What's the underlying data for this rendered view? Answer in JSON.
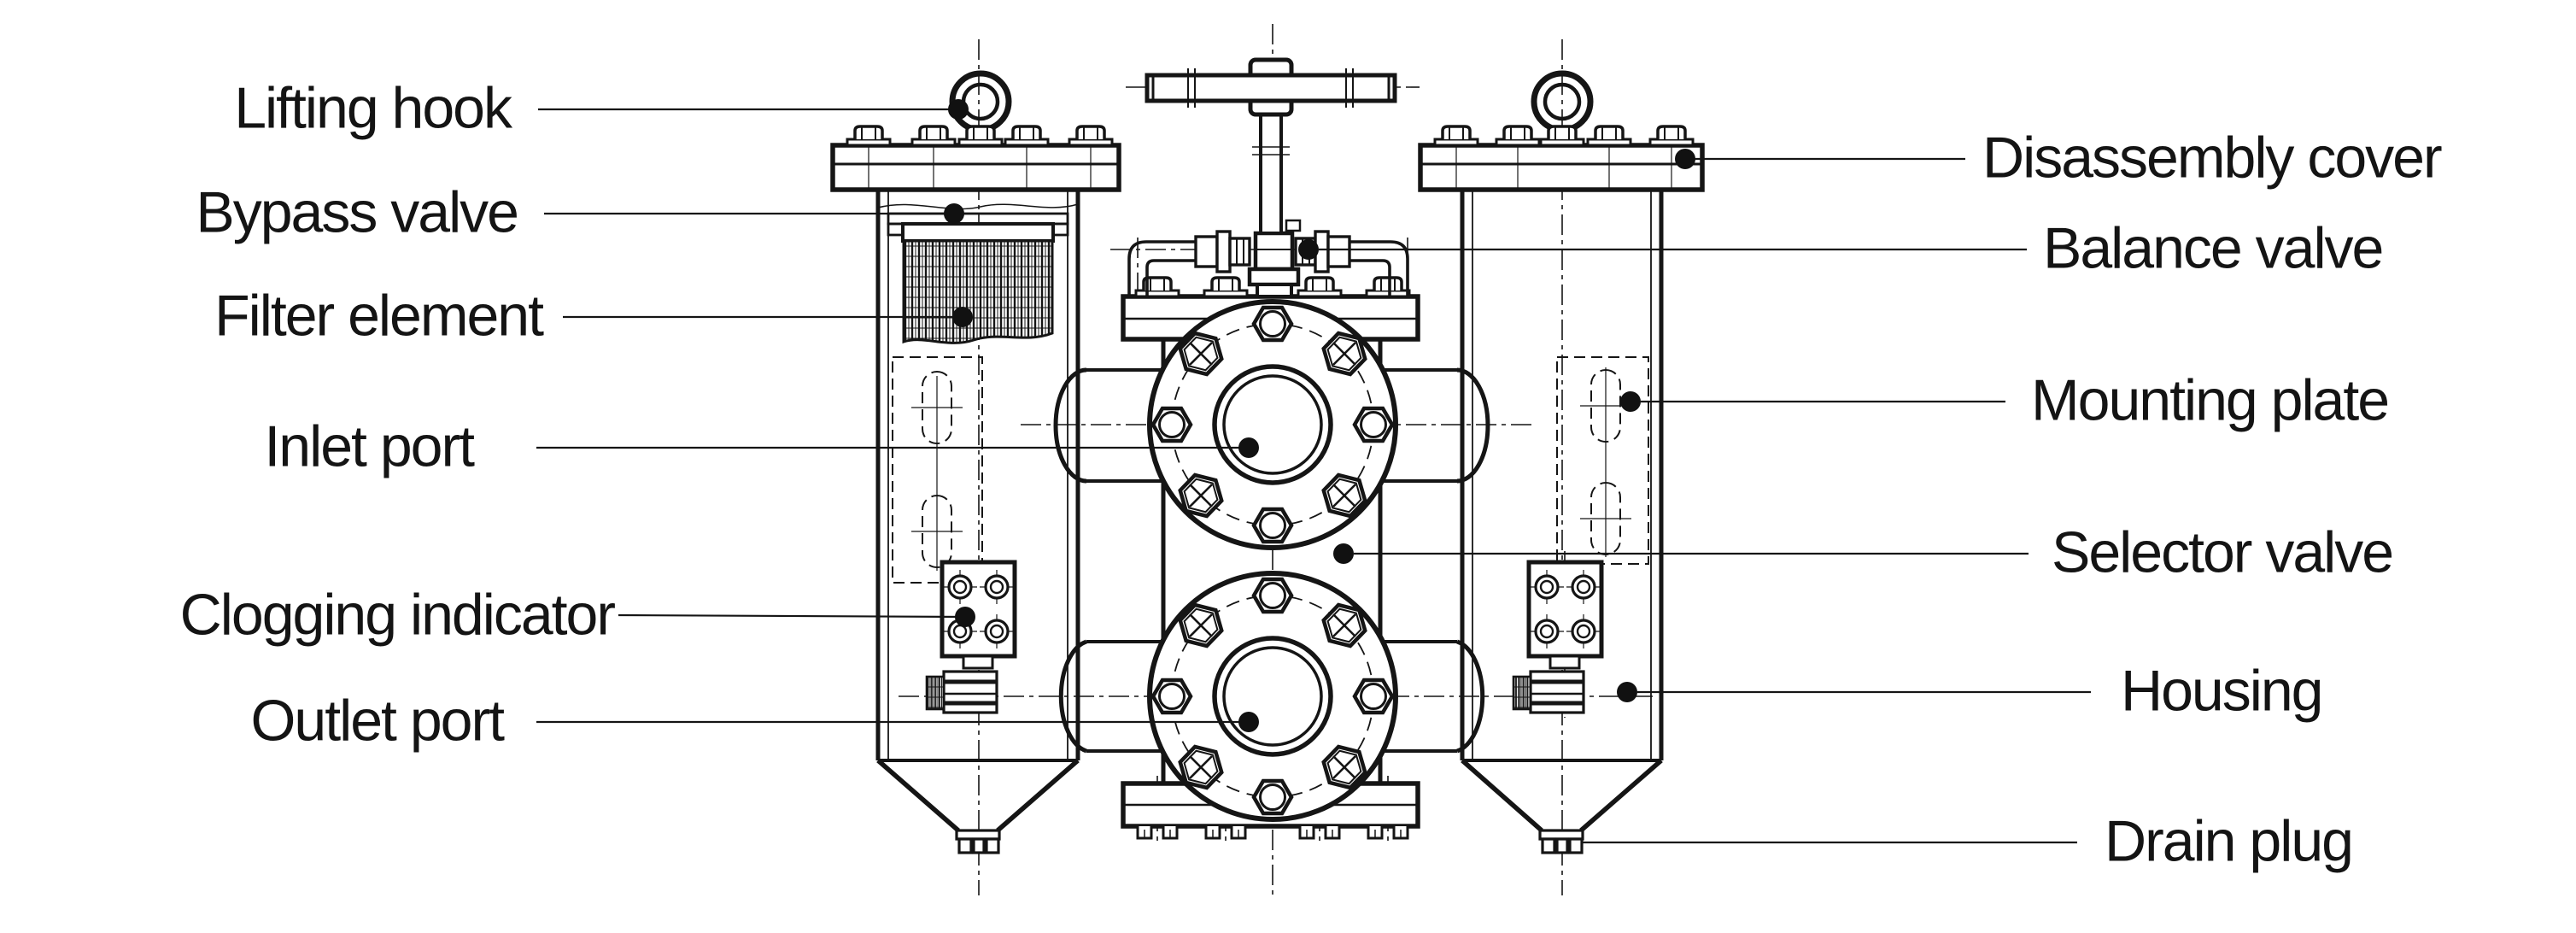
{
  "figure": {
    "kind": "engineering line drawing",
    "subject": "Duplex filter assembly, front elevation with part callouts",
    "style": {
      "ink_color": "#151515",
      "background_color": "#ffffff",
      "callout_dot_color": "#111111"
    }
  },
  "labels": {
    "left": [
      {
        "id": "lifting-hook",
        "text": "Lifting hook"
      },
      {
        "id": "bypass-valve",
        "text": "Bypass valve"
      },
      {
        "id": "filter-element",
        "text": "Filter element"
      },
      {
        "id": "inlet-port",
        "text": "Inlet port"
      },
      {
        "id": "clogging-indicator",
        "text": "Clogging indicator"
      },
      {
        "id": "outlet-port",
        "text": "Outlet port"
      }
    ],
    "right": [
      {
        "id": "disassembly-cover",
        "text": "Disassembly cover"
      },
      {
        "id": "balance-valve",
        "text": "Balance valve"
      },
      {
        "id": "mounting-plate",
        "text": "Mounting plate"
      },
      {
        "id": "selector-valve",
        "text": "Selector valve"
      },
      {
        "id": "housing",
        "text": "Housing"
      },
      {
        "id": "drain-plug",
        "text": "Drain plug"
      }
    ]
  }
}
